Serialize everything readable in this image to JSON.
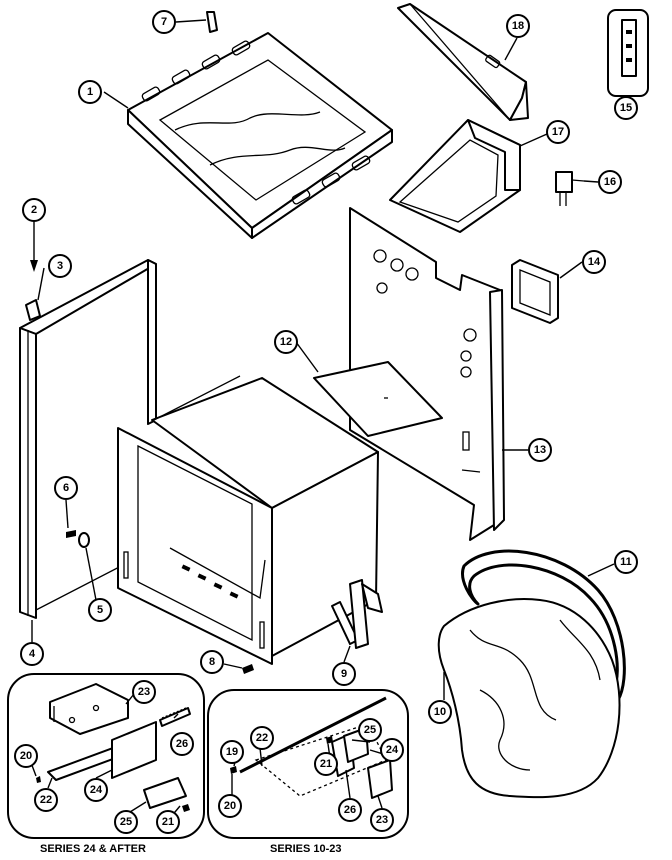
{
  "callouts": {
    "c1": "1",
    "c2": "2",
    "c3": "3",
    "c4": "4",
    "c5": "5",
    "c6": "6",
    "c7": "7",
    "c8": "8",
    "c9": "9",
    "c10": "10",
    "c11": "11",
    "c12": "12",
    "c13": "13",
    "c14": "14",
    "c15": "15",
    "c16": "16",
    "c17": "17",
    "c18": "18"
  },
  "inset_left": {
    "caption": "SERIES 24 & AFTER",
    "callouts": {
      "c20": "20",
      "c21": "21",
      "c22": "22",
      "c23": "23",
      "c24": "24",
      "c25": "25",
      "c26": "26"
    }
  },
  "inset_right": {
    "caption": "SERIES 10-23",
    "callouts": {
      "c19": "19",
      "c20": "20",
      "c21": "21",
      "c22": "22",
      "c23": "23",
      "c24": "24",
      "c25": "25",
      "c26": "26"
    }
  }
}
